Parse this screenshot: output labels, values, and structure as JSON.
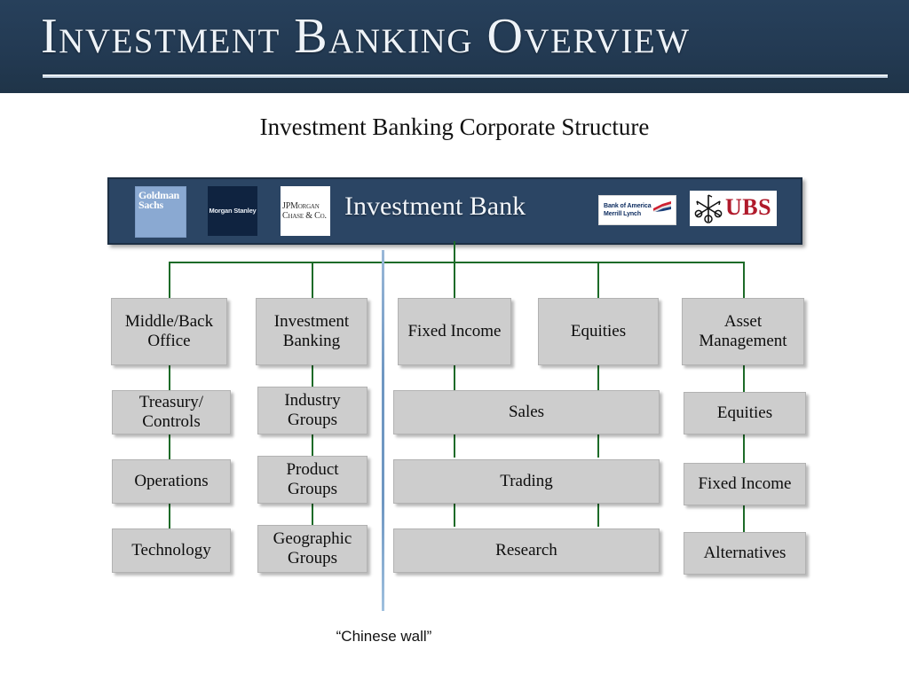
{
  "header": {
    "title": "Investment Banking Overview",
    "background_color": "#243b55"
  },
  "subtitle": "Investment Banking Corporate Structure",
  "bank_bar": {
    "center_label": "Investment Bank",
    "background_color": "#2b4564",
    "logos": [
      {
        "name": "goldman-sachs",
        "line1": "Goldman",
        "line2": "Sachs",
        "bg": "#8aa9d2"
      },
      {
        "name": "morgan-stanley",
        "text": "Morgan Stanley",
        "bg": "#0f2340"
      },
      {
        "name": "jpmorgan-chase",
        "line1": "JPMorgan",
        "line2": "Chase & Co.",
        "bg": "#ffffff"
      },
      {
        "name": "bank-of-america-merrill-lynch",
        "line1": "Bank of America",
        "line2": "Merrill Lynch",
        "bg": "#ffffff"
      },
      {
        "name": "ubs",
        "text": "UBS",
        "bg": "#ffffff",
        "accent": "#b01a2b"
      }
    ]
  },
  "chart_data": {
    "type": "org-chart",
    "root": "Investment Bank",
    "divider": {
      "label": "“Chinese wall”",
      "color": "#6f97c2"
    },
    "connector_color": "#1d6b28",
    "box_color": "#cdcdcd",
    "columns": [
      {
        "id": "middle-back-office",
        "head": "Middle/Back Office",
        "children": [
          "Treasury/ Controls",
          "Operations",
          "Technology"
        ]
      },
      {
        "id": "investment-banking",
        "head": "Investment Banking",
        "children": [
          "Industry Groups",
          "Product Groups",
          "Geographic Groups"
        ]
      },
      {
        "id": "fixed-income",
        "head": "Fixed Income",
        "children": []
      },
      {
        "id": "equities",
        "head": "Equities",
        "children": []
      },
      {
        "id": "asset-management",
        "head": "Asset Management",
        "children": [
          "Equities",
          "Fixed Income",
          "Alternatives"
        ]
      }
    ],
    "shared_rows": [
      "Sales",
      "Trading",
      "Research"
    ]
  },
  "boxes": {
    "r1c1": "Middle/Back Office",
    "r1c2": "Investment Banking",
    "r1c3": "Fixed Income",
    "r1c4": "Equities",
    "r1c5": "Asset Management",
    "r2c1": "Treasury/ Controls",
    "r2c2": "Industry Groups",
    "r2c5": "Equities",
    "r3c1": "Operations",
    "r3c2": "Product Groups",
    "r3c5": "Fixed Income",
    "r4c1": "Technology",
    "r4c2": "Geographic Groups",
    "r4c5": "Alternatives",
    "shared1": "Sales",
    "shared2": "Trading",
    "shared3": "Research"
  }
}
